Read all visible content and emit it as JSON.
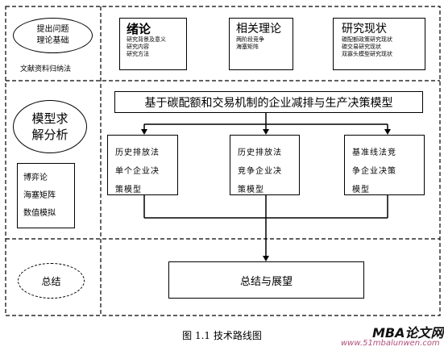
{
  "left": {
    "theory_basis": "提出问题\n理论基础",
    "doc_method": "文献资料归纳法",
    "model_analysis": "模型求\n解分析",
    "methods": "博弈论\n海塞矩阵\n数值模拟",
    "summary": "总结"
  },
  "top": {
    "intro": {
      "title": "绪论",
      "lines": "研究背景及意义\n研究内容\n研究方法"
    },
    "theory": {
      "title": "相关理论",
      "lines": "两阶段竞争\n海塞矩阵"
    },
    "status": {
      "title": "研究现状",
      "lines": "碳配额政策研究现状\n碳交易研究现状\n双寡头模型研究现状"
    }
  },
  "main_model": "基于碳配额和交易机制的企业减排与生产决策模型",
  "models": {
    "m1": "历史排放法\n单个企业决\n策模型",
    "m2": "历史排放法\n竞争企业决\n策模型",
    "m3": "基准线法竞\n争企业决策\n模型"
  },
  "conclusion": "总结与展望",
  "caption": "图 1.1 技术路线图",
  "watermark": {
    "logo": "MBA论文网",
    "url": "www.51mbalunwen.com"
  }
}
